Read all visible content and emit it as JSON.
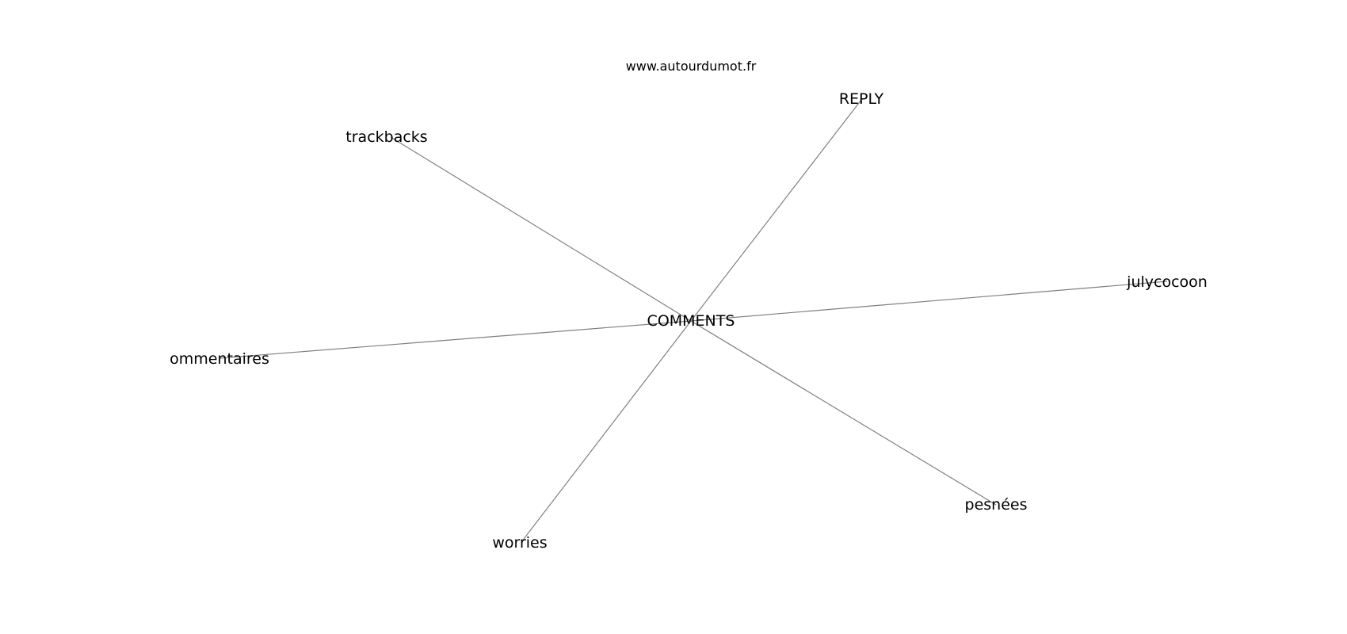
{
  "source_label": "www.autourdumot.fr",
  "center": {
    "label": "COMMENTS"
  },
  "nodes": [
    {
      "id": "reply",
      "label": "REPLY"
    },
    {
      "id": "trackbacks",
      "label": "trackbacks"
    },
    {
      "id": "julycocoon",
      "label": "julycocoon"
    },
    {
      "id": "ommentaires",
      "label": "ommentaires"
    },
    {
      "id": "pesnees",
      "label": "pesnées"
    },
    {
      "id": "worries",
      "label": "worries"
    }
  ],
  "edges": [
    {
      "from": "center",
      "to": "reply"
    },
    {
      "from": "center",
      "to": "trackbacks"
    },
    {
      "from": "center",
      "to": "julycocoon"
    },
    {
      "from": "center",
      "to": "ommentaires"
    },
    {
      "from": "center",
      "to": "pesnees"
    },
    {
      "from": "center",
      "to": "worries"
    }
  ],
  "colors": {
    "edge": "#808080",
    "text": "#000000",
    "background": "#ffffff"
  }
}
